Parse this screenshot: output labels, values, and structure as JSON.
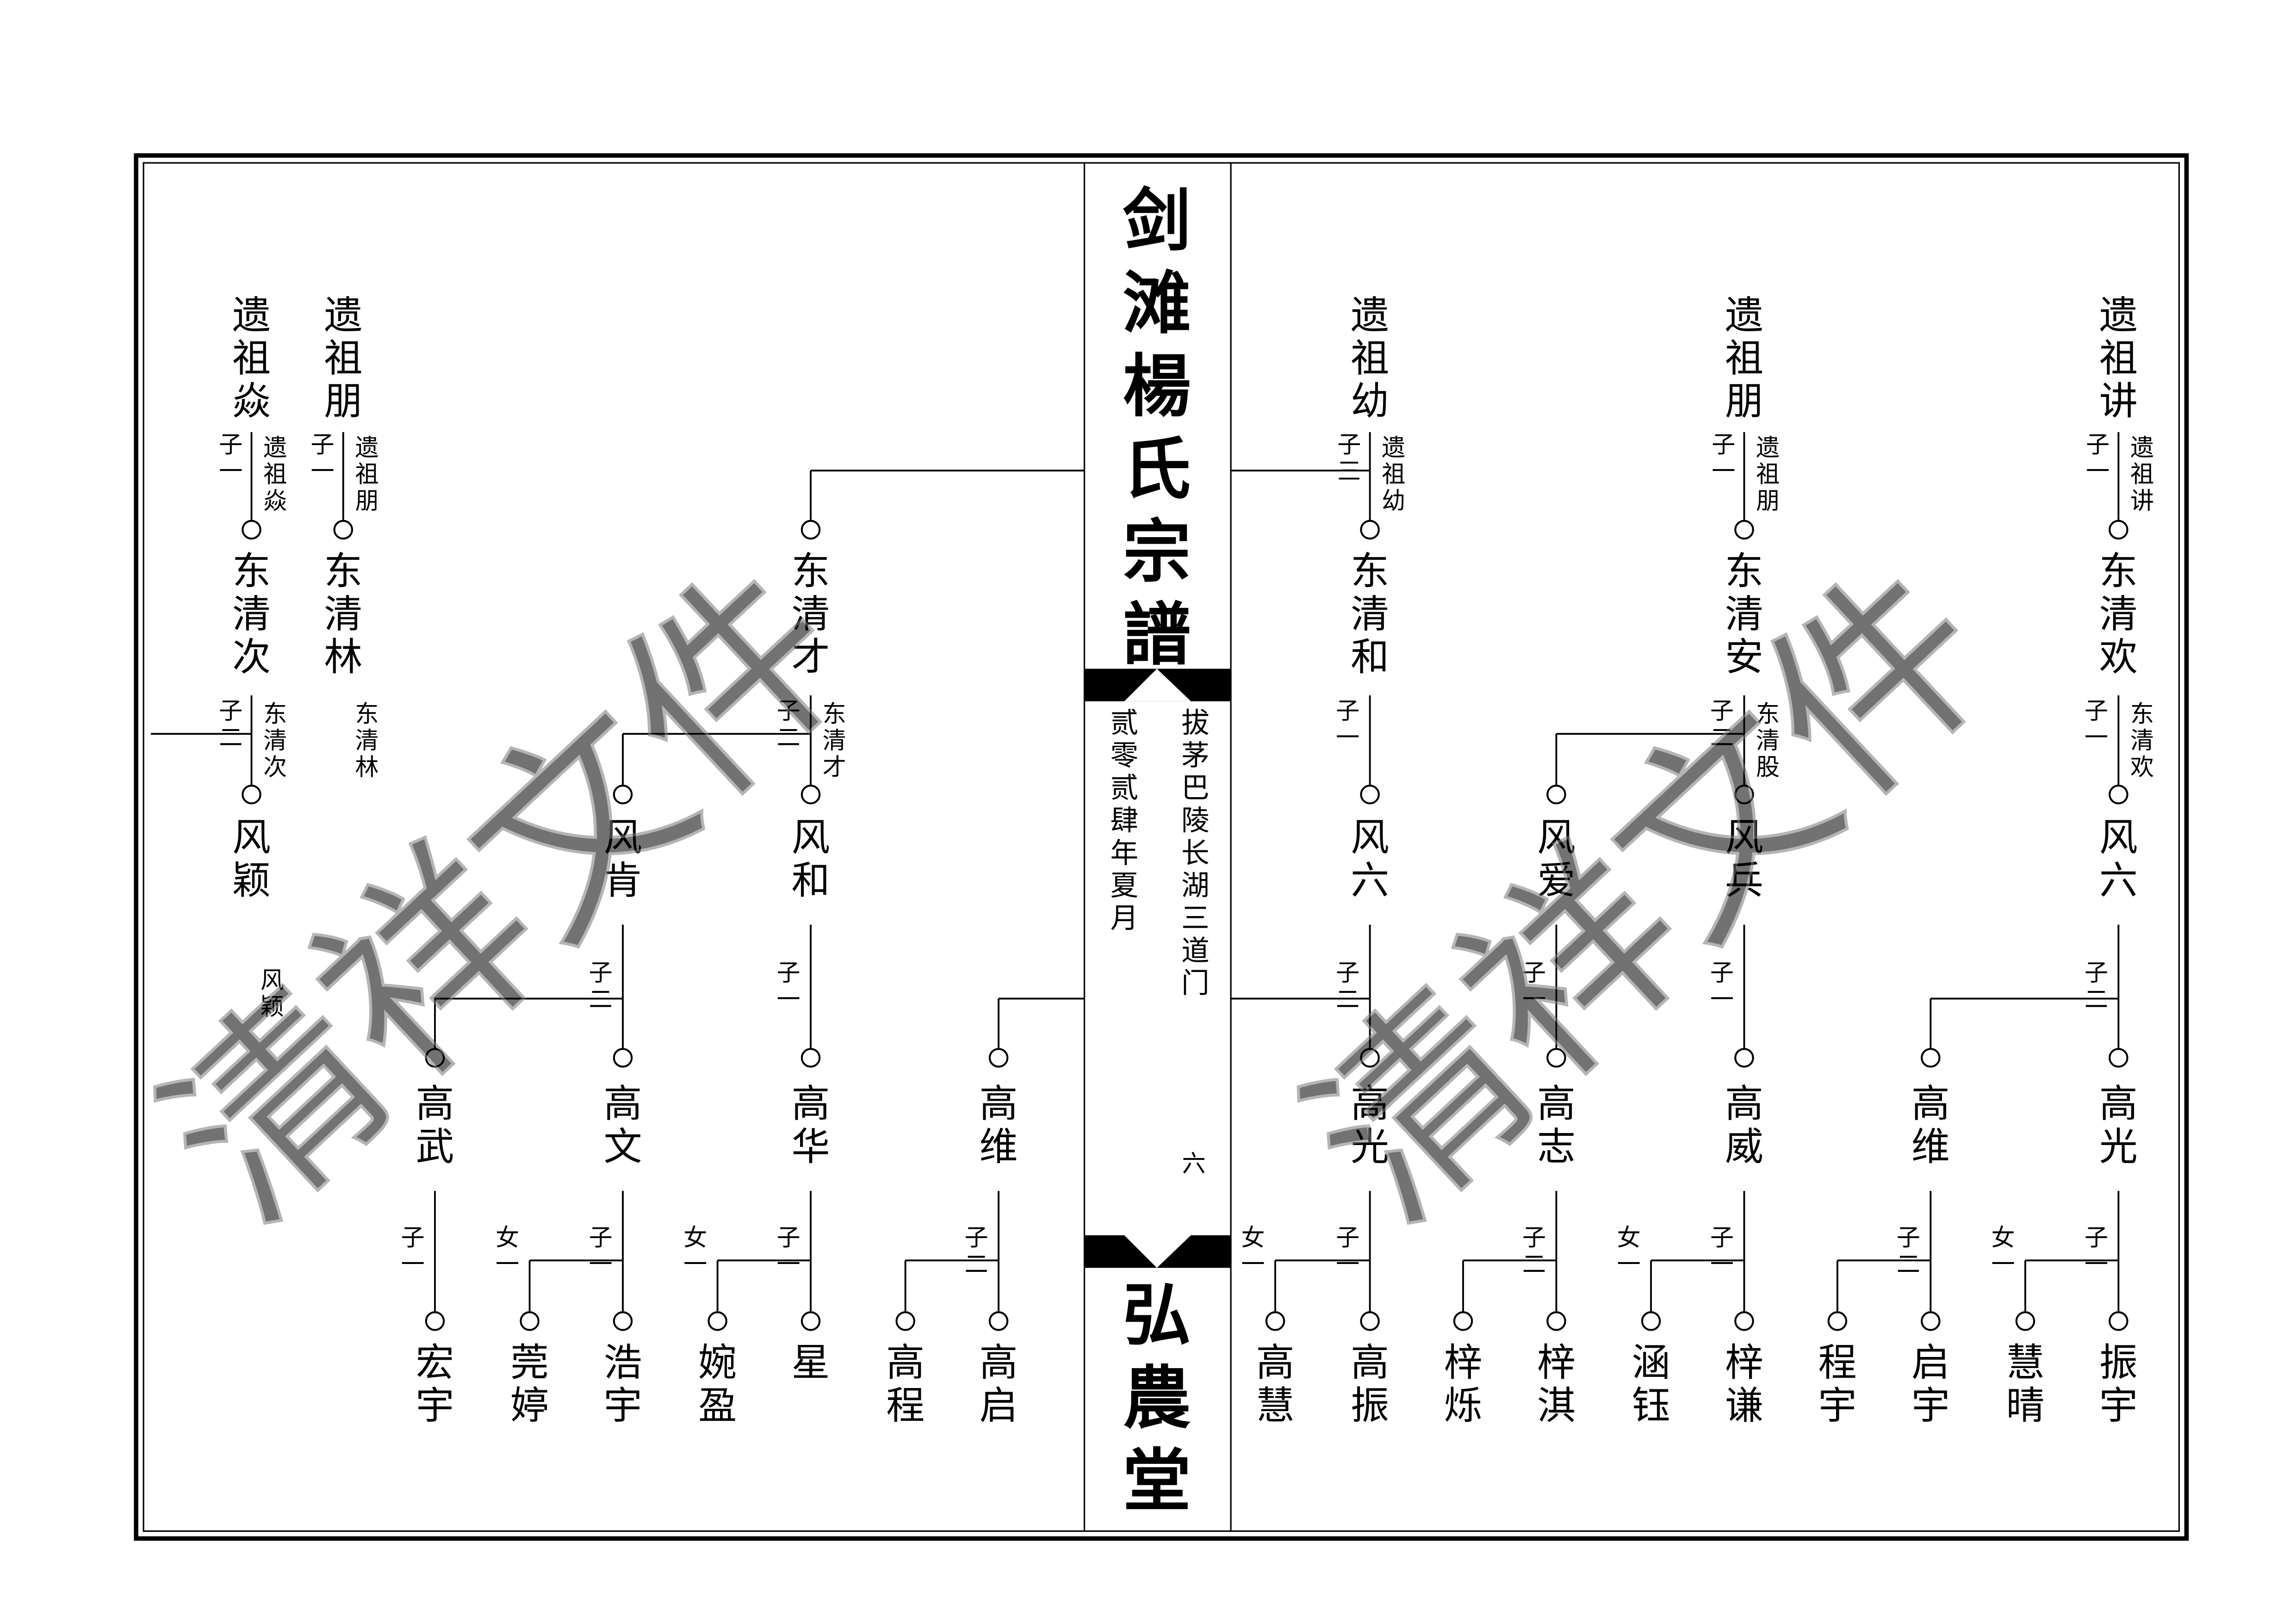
{
  "spine": {
    "title": "剑滩楊氏宗譜",
    "location": "拔茅巴陵长湖三道门",
    "date": "贰零贰肆年夏月",
    "page_number": "六",
    "hall_name": "弘農堂"
  },
  "watermark": "清祥文件",
  "tree": {
    "relation_son_prefix": "子",
    "relation_daughter_prefix": "女",
    "left_page": {
      "gen1": [
        {
          "name": "遗祖焱",
          "child": "东清次",
          "order": "一",
          "note": "遗祖焱"
        },
        {
          "name": "遗祖朋",
          "child": "东清林",
          "order": "一",
          "note": "遗祖朋"
        }
      ],
      "gen2": [
        {
          "name": "东清次",
          "note": "东清次",
          "order": "二",
          "children": [
            "风颖"
          ]
        },
        {
          "name": "东清林",
          "note": "东清林",
          "children": []
        },
        {
          "name": "东清才",
          "note": "东清才",
          "order": "二",
          "children": [
            "风肯",
            "风和"
          ]
        }
      ],
      "gen3": [
        {
          "name": "风颖",
          "note": "风颖"
        },
        {
          "name": "风肯",
          "order": "二",
          "children": [
            "高武",
            "高文"
          ]
        },
        {
          "name": "风和",
          "order": "一",
          "children": [
            "高华"
          ]
        }
      ],
      "gen4": [
        {
          "name": "高武",
          "order": "一",
          "children": [
            "宏宇"
          ]
        },
        {
          "name": "高文",
          "sons": "一",
          "daughters": "一",
          "children": [
            "莞婷",
            "浩宇"
          ]
        },
        {
          "name": "高华",
          "sons": "一",
          "daughters": "一",
          "children": [
            "婉盈",
            "星"
          ]
        },
        {
          "name": "高维",
          "order": "二",
          "children": [
            "高程",
            "高启"
          ]
        }
      ],
      "gen5": [
        "宏宇",
        "莞婷",
        "浩宇",
        "婉盈",
        "星",
        "高程",
        "高启"
      ]
    },
    "right_page": {
      "gen1": [
        {
          "name": "遗祖幼",
          "child": "东清和",
          "order": "三",
          "note": "遗祖幼"
        },
        {
          "name": "遗祖朋",
          "child": "东清安",
          "order": "一",
          "note": "遗祖朋"
        },
        {
          "name": "遗祖讲",
          "child": "东清欢",
          "order": "一",
          "note": "遗祖讲"
        }
      ],
      "gen2": [
        {
          "name": "东清和",
          "order": "一",
          "children": [
            "风六"
          ]
        },
        {
          "name": "东清安",
          "note": "东清股",
          "order": "二",
          "children": [
            "风爱",
            "风兵"
          ]
        },
        {
          "name": "东清欢",
          "note": "东清欢",
          "order": "一",
          "children": [
            "风六"
          ]
        }
      ],
      "gen3": [
        {
          "name": "风六",
          "order": "二",
          "children": [
            "高光"
          ]
        },
        {
          "name": "风爱",
          "order": "一",
          "children": [
            "高志"
          ]
        },
        {
          "name": "风兵",
          "order": "一",
          "children": [
            "高威"
          ]
        },
        {
          "name": "风六",
          "order": "二",
          "children": [
            "高维",
            "高光"
          ]
        }
      ],
      "gen4": [
        {
          "name": "高光",
          "sons": "一",
          "daughters": "一",
          "children": [
            "高慧",
            "高振"
          ]
        },
        {
          "name": "高志",
          "order": "二",
          "children": [
            "梓烁",
            "梓淇"
          ]
        },
        {
          "name": "高威",
          "sons": "一",
          "daughters": "一",
          "children": [
            "涵钰",
            "梓谦"
          ]
        },
        {
          "name": "高维",
          "order": "二",
          "children": [
            "程宇",
            "启宇"
          ]
        },
        {
          "name": "高光",
          "sons": "一",
          "daughters": "一",
          "children": [
            "慧晴",
            "振宇"
          ]
        }
      ],
      "gen5": [
        "高慧",
        "高振",
        "梓烁",
        "梓淇",
        "涵钰",
        "梓谦",
        "程宇",
        "启宇",
        "慧晴",
        "振宇"
      ]
    }
  }
}
